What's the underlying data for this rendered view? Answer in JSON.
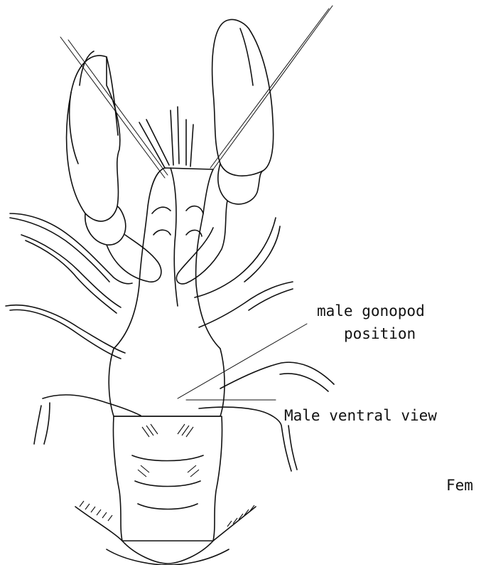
{
  "labels": {
    "gonopod_line1": "male gonopod",
    "gonopod_line2": "position",
    "view_caption": "Male ventral view",
    "cut_caption": "Fem"
  },
  "colors": {
    "ink": "#111111",
    "background": "#ffffff"
  }
}
